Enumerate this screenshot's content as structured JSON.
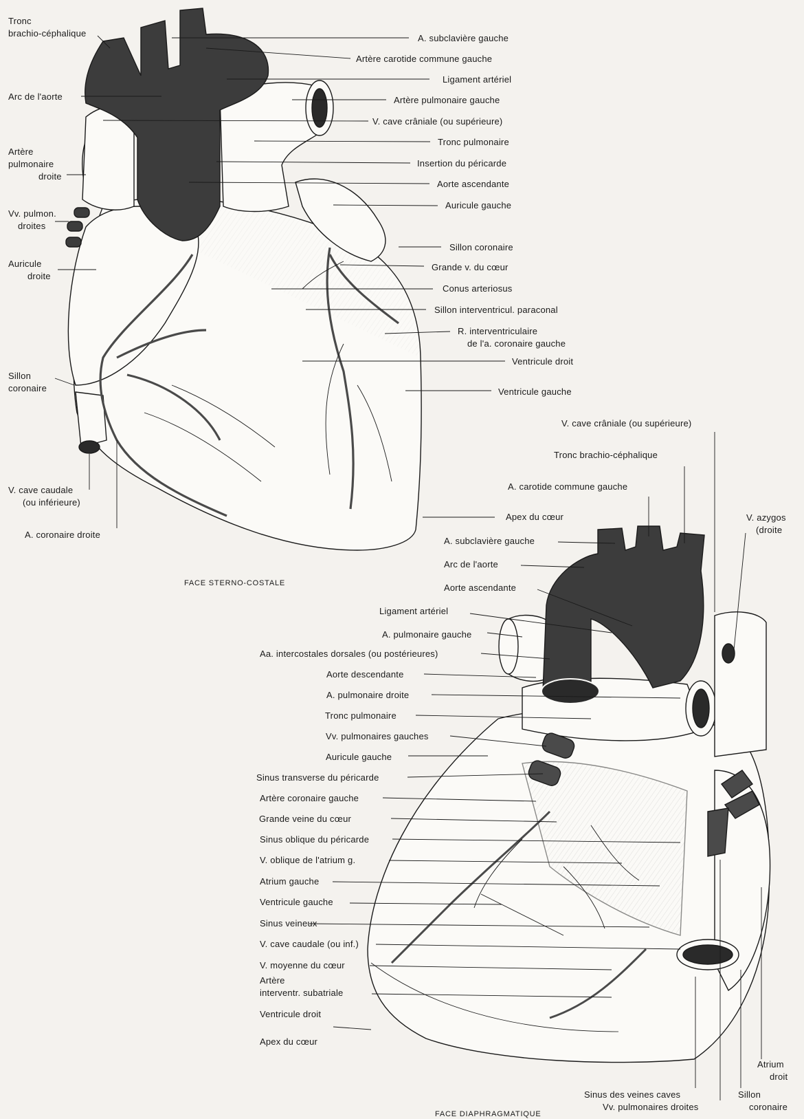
{
  "colors": {
    "paper": "#f4f2ee",
    "ink": "#1a1a1a",
    "vessel_dark": "#3c3c3c",
    "vessel_mid": "#4a4a4a"
  },
  "captions": {
    "front": "FACE STERNO-COSTALE",
    "back": "FACE DIAPHRAGMATIQUE"
  },
  "front_left": {
    "tronc_1": "Tronc",
    "tronc_2": "brachio-céphalique",
    "arc_aorte": "Arc de l'aorte",
    "art_pulm_dr_1": "Artère",
    "art_pulm_dr_2": "pulmonaire",
    "art_pulm_dr_3": "droite",
    "vv_pulmon_1": "Vv. pulmon.",
    "vv_pulmon_2": "droites",
    "auricule_dr_1": "Auricule",
    "auricule_dr_2": "droite",
    "sillon_cor_1": "Sillon",
    "sillon_cor_2": "coronaire",
    "vcave_caud_1": "V. cave caudale",
    "vcave_caud_2": "(ou inférieure)",
    "a_coronaire_dr": "A. coronaire droite"
  },
  "front_right": {
    "a_subclaviere": "A. subclavière gauche",
    "carotide": "Artère carotide commune gauche",
    "ligament": "Ligament artériel",
    "art_pulm_g": "Artère pulmonaire gauche",
    "vcave_cran": "V. cave crâniale (ou supérieure)",
    "tronc_pulm": "Tronc pulmonaire",
    "insertion": "Insertion du péricarde",
    "aorte_asc": "Aorte ascendante",
    "auricule_g": "Auricule gauche",
    "sillon_cor": "Sillon coronaire",
    "grande_v": "Grande v. du cœur",
    "conus": "Conus arteriosus",
    "sillon_iv": "Sillon interventricul. paraconal",
    "r_iv_1": "R. interventriculaire",
    "r_iv_2": "de l'a. coronaire gauche",
    "ventr_dr": "Ventricule droit",
    "ventr_g": "Ventricule gauche",
    "apex": "Apex du cœur"
  },
  "back_top": {
    "vcave_cran": "V. cave crâniale (ou supérieure)",
    "tronc_bc": "Tronc  brachio-céphalique",
    "carotide": "A. carotide commune gauche",
    "azygos_1": "V. azygos",
    "azygos_2": "(droite"
  },
  "back_left": {
    "subclav": "A. subclavière gauche",
    "arc": "Arc de l'aorte",
    "aorte_asc": "Aorte ascendante",
    "ligament": "Ligament artériel",
    "a_pulm_g": "A. pulmonaire gauche",
    "aa_intercost": "Aa. intercostales dorsales (ou postérieures)",
    "aorte_desc": "Aorte descendante",
    "a_pulm_dr": "A. pulmonaire droite",
    "tronc_pulm": "Tronc pulmonaire",
    "vv_pulm_g": "Vv. pulmonaires gauches",
    "auricule_g": "Auricule gauche",
    "sinus_transv": "Sinus transverse du péricarde",
    "art_cor_g": "Artère coronaire gauche",
    "grande_veine": "Grande veine du cœur",
    "sinus_obl": "Sinus oblique du péricarde",
    "v_oblique": "V. oblique de l'atrium g.",
    "atrium_g": "Atrium gauche",
    "ventr_g": "Ventricule gauche",
    "sinus_vein": "Sinus veineux",
    "vcave_caud": "V. cave caudale (ou inf.)",
    "v_moyenne": "V. moyenne du cœur",
    "art_iv_1": "Artère",
    "art_iv_2": "interventr. subatriale",
    "ventr_dr": "Ventricule  droit",
    "apex": "Apex du cœur"
  },
  "back_bottom": {
    "sinus_caves": "Sinus des veines caves",
    "vv_pulm_dr": "Vv. pulmonaires droites",
    "sillon_1": "Sillon",
    "sillon_2": "coronaire",
    "atrium_1": "Atrium",
    "atrium_2": "droit"
  }
}
